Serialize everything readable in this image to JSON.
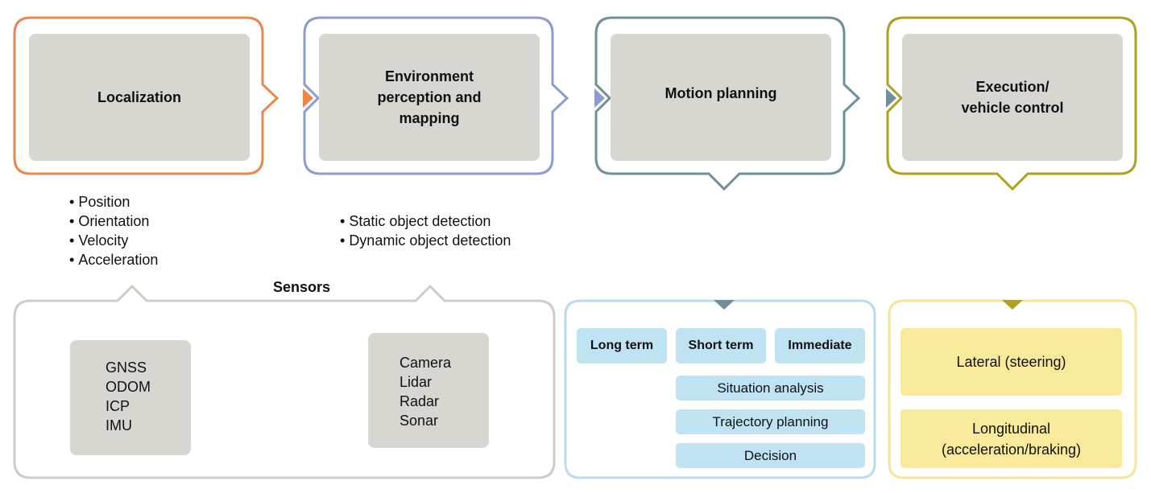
{
  "stages": [
    {
      "title": "Localization",
      "color": "#e8884e"
    },
    {
      "title": "Environment\nperception and\nmapping",
      "color": "#8c9ccf"
    },
    {
      "title": "Motion planning",
      "color": "#6f8f9a"
    },
    {
      "title": "Execution/\nvehicle control",
      "color": "#ada21d"
    }
  ],
  "localization_outputs": [
    "Position",
    "Orientation",
    "Velocity",
    "Acceleration"
  ],
  "perception_outputs": [
    "Static object detection",
    "Dynamic object detection"
  ],
  "sensors": {
    "title": "Sensors",
    "localization_sensors": [
      "GNSS",
      "ODOM",
      "ICP",
      "IMU"
    ],
    "perception_sensors": [
      "Camera",
      "Lidar",
      "Radar",
      "Sonar"
    ]
  },
  "motion_planning": {
    "horizons": [
      "Long term",
      "Short term",
      "Immediate"
    ],
    "tasks": [
      "Situation analysis",
      "Trajectory planning",
      "Decision"
    ]
  },
  "vehicle_control": {
    "items": [
      "Lateral (steering)",
      "Longitudinal\n(acceleration/braking)"
    ]
  },
  "colors": {
    "sensors_frame": "#cfccc6",
    "motion_frame": "#b9dcec",
    "control_frame": "#f5e597",
    "box_gray": "#d8d6d1",
    "chip_blue": "#bfe3f3",
    "chip_yellow": "#f9e99a"
  }
}
